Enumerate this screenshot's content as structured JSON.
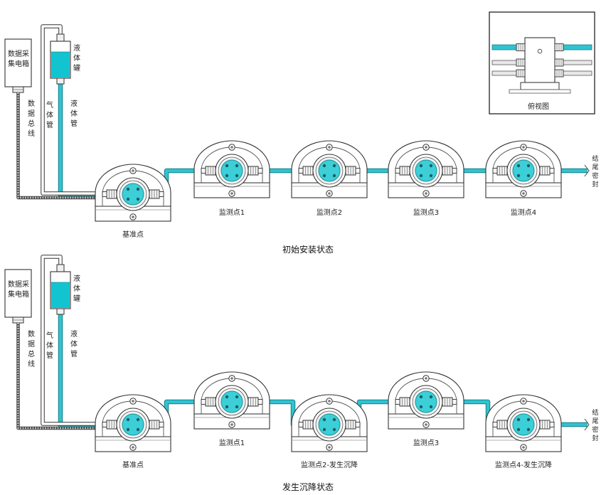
{
  "colors": {
    "pipe": "#2ec4d0",
    "pipe_edge": "#157f88",
    "window": "#3ccfd8",
    "liquid": "#12c3d0",
    "outline": "#333333",
    "cable": "#888888"
  },
  "inset": {
    "label": "俯视图"
  },
  "common": {
    "collector_box": "数据采集电箱",
    "data_bus": "数据总线",
    "gas_pipe": "气体管",
    "liquid_pipe": "液体管",
    "liquid_tank": "液体罐",
    "end_seal": "结尾密封"
  },
  "states": [
    {
      "caption": "初始安装状态",
      "stations": [
        {
          "label": "基准点",
          "settlement": "reference"
        },
        {
          "label": "监测点1",
          "settlement": "none"
        },
        {
          "label": "监测点2",
          "settlement": "none"
        },
        {
          "label": "监测点3",
          "settlement": "none"
        },
        {
          "label": "监测点4",
          "settlement": "none"
        }
      ]
    },
    {
      "caption": "发生沉降状态",
      "stations": [
        {
          "label": "基准点",
          "settlement": "reference"
        },
        {
          "label": "监测点1",
          "settlement": "none"
        },
        {
          "label": "监测点2-发生沉降",
          "settlement": "settled"
        },
        {
          "label": "监测点3",
          "settlement": "none"
        },
        {
          "label": "监测点4-发生沉降",
          "settlement": "settled"
        }
      ]
    }
  ]
}
